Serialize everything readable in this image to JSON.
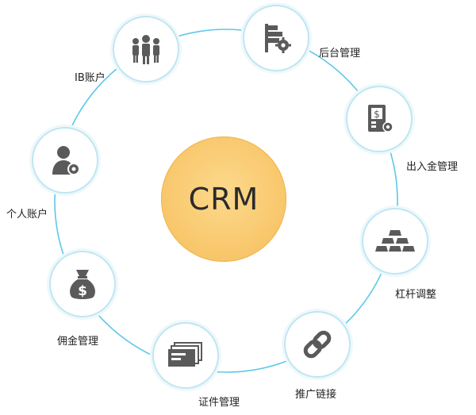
{
  "diagram": {
    "title": "CRM",
    "accent_color": "#5bc8e8",
    "center_color": "#f8c66a",
    "icon_color": "#5a5a5a",
    "nodes": [
      {
        "label": "后台管理",
        "icon": "admin-flag-gear-icon"
      },
      {
        "label": "出入金管理",
        "icon": "atm-dollar-gear-icon"
      },
      {
        "label": "杠杆调整",
        "icon": "gold-bars-icon"
      },
      {
        "label": "推广链接",
        "icon": "chain-link-icon"
      },
      {
        "label": "证件管理",
        "icon": "documents-stack-icon"
      },
      {
        "label": "佣金管理",
        "icon": "money-bag-icon"
      },
      {
        "label": "个人账户",
        "icon": "user-gear-icon"
      },
      {
        "label": "IB账户",
        "icon": "user-group-icon"
      }
    ]
  }
}
